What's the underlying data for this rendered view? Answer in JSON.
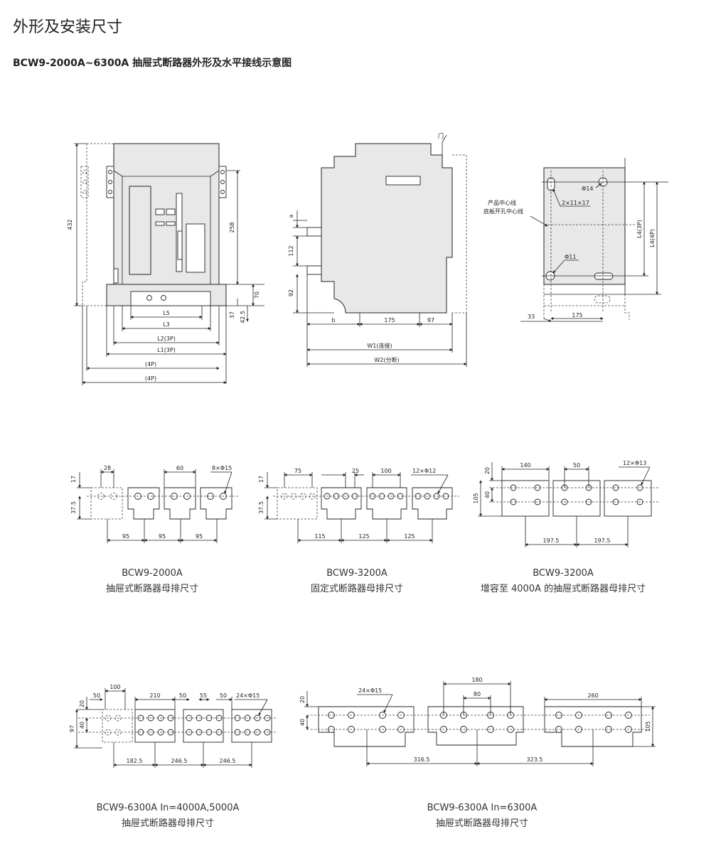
{
  "title": "外形及安装尺寸",
  "subtitle": "BCW9-2000A~6300A 抽屉式断路器外形及水平接线示意图",
  "front": {
    "h432": "432",
    "h258": "258",
    "h70": "70",
    "h37": "37",
    "h425": "42.5",
    "L5": "L5",
    "L3": "L3",
    "L2": "L2(3P)",
    "L1": "L1(3P)",
    "P4a": "(4P)",
    "P4b": "(4P)"
  },
  "side": {
    "door": "门",
    "a": "a",
    "h112": "112",
    "h92": "92",
    "b": "b",
    "w175": "175",
    "w97": "97",
    "W1": "W1(连接)",
    "W2": "W2(分断)"
  },
  "base": {
    "product_center": "产品中心线",
    "panel_center": "底板开孔中心线",
    "phi14": "Φ14",
    "slot": "2×11×17",
    "phi11": "Φ11",
    "L43": "L4(3P)",
    "L44": "L4(4P)",
    "w33": "33",
    "w175": "175"
  },
  "bus1": {
    "d28": "28",
    "d60": "60",
    "holes": "8×Φ15",
    "h17": "17",
    "h375": "37.5",
    "p1": "95",
    "p2": "95",
    "p3": "95",
    "cap1": "BCW9-2000A",
    "cap2": "抽屉式断路器母排尺寸"
  },
  "bus2": {
    "d75": "75",
    "d25": "25",
    "d100": "100",
    "holes": "12×Φ12",
    "h17": "17",
    "h375": "37.5",
    "p1": "115",
    "p2": "125",
    "p3": "125",
    "cap1": "BCW9-3200A",
    "cap2": "固定式断路器母排尺寸"
  },
  "bus3": {
    "d140": "140",
    "d50": "50",
    "holes": "12×Φ13",
    "h20": "20",
    "h40": "40",
    "h105": "105",
    "p1": "197.5",
    "p2": "197.5",
    "cap1": "BCW9-3200A",
    "cap2": "增容至 4000A 的抽屉式断路器母排尺寸"
  },
  "bus4": {
    "d100": "100",
    "d50a": "50",
    "d210": "210",
    "d50b": "50",
    "d55": "55",
    "d50c": "50",
    "holes": "24×Φ15",
    "h20": "20",
    "h40": "40",
    "h97": "97",
    "p1": "182.5",
    "p2": "246.5",
    "p3": "246.5",
    "cap1": "BCW9-6300A  In=4000A,5000A",
    "cap2": "抽屉式断路器母排尺寸"
  },
  "bus5": {
    "holes": "24×Φ15",
    "d180": "180",
    "d80": "80",
    "d260": "260",
    "h20": "20",
    "h40": "40",
    "h105": "105",
    "p1": "316.5",
    "p2": "323.5",
    "cap1": "BCW9-6300A  In=6300A",
    "cap2": "抽屉式断路器母排尺寸"
  }
}
